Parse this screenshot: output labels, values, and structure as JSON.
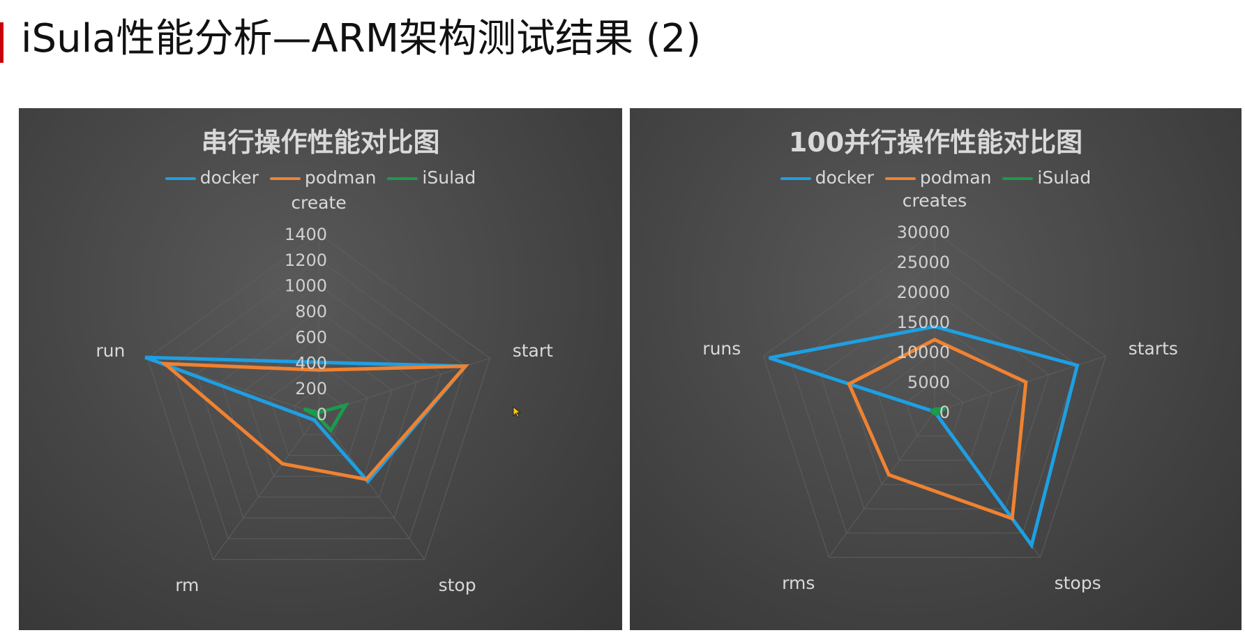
{
  "page": {
    "title": "iSula性能分析—ARM架构测试结果 (2)",
    "accent_color": "#c7000b"
  },
  "chart_data": [
    {
      "type": "radar",
      "title": "串行操作性能对比图",
      "axes": [
        "create",
        "start",
        "stop",
        "rm",
        "run"
      ],
      "rlim": [
        0,
        1400
      ],
      "ticks": [
        0,
        200,
        400,
        600,
        800,
        1000,
        1200,
        1400
      ],
      "tick_labels": [
        "0",
        "200",
        "400",
        "600",
        "800",
        "1000",
        "1200",
        "1400"
      ],
      "grid": true,
      "legend_position": "top",
      "series": [
        {
          "name": "docker",
          "color": "#1e9fe3",
          "values": [
            400,
            1200,
            650,
            60,
            1420
          ]
        },
        {
          "name": "podman",
          "color": "#f08231",
          "values": [
            340,
            1200,
            630,
            480,
            1260
          ]
        },
        {
          "name": "iSulad",
          "color": "#1c9a4d",
          "values": [
            10,
            220,
            160,
            20,
            120
          ]
        }
      ]
    },
    {
      "type": "radar",
      "title": "100并行操作性能对比图",
      "axes": [
        "creates",
        "starts",
        "stops",
        "rms",
        "runs"
      ],
      "rlim": [
        0,
        30000
      ],
      "ticks": [
        0,
        5000,
        10000,
        15000,
        20000,
        25000,
        30000
      ],
      "tick_labels": [
        "0",
        "5000",
        "10000",
        "15000",
        "20000",
        "25000",
        "30000"
      ],
      "grid": true,
      "legend_position": "top",
      "series": [
        {
          "name": "docker",
          "color": "#1e9fe3",
          "values": [
            14200,
            25000,
            27500,
            0,
            29000
          ]
        },
        {
          "name": "podman",
          "color": "#f08231",
          "values": [
            12000,
            16000,
            22000,
            13000,
            15000
          ]
        },
        {
          "name": "iSulad",
          "color": "#1c9a4d",
          "values": [
            400,
            1800,
            500,
            300,
            500
          ]
        }
      ]
    }
  ]
}
